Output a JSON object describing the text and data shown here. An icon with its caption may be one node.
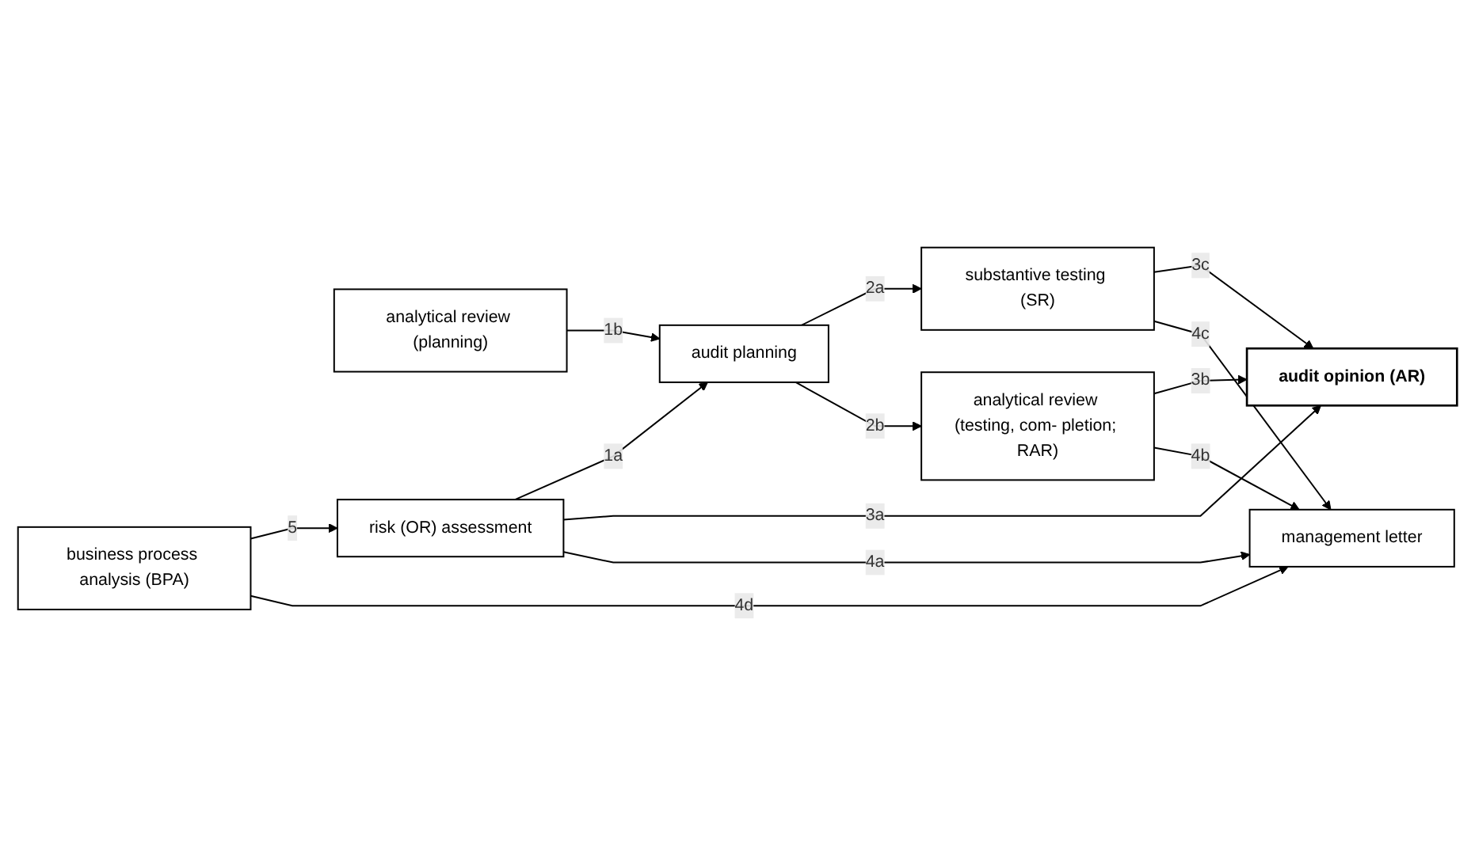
{
  "diagram": {
    "nodes": [
      {
        "text": [
          "analytical review (planning)"
        ]
      },
      {
        "text": [
          "audit planning"
        ]
      },
      {
        "text": [
          "substantive testing (SR)"
        ]
      },
      {
        "text": [
          "audit opinion (AR)"
        ]
      },
      {
        "text": [
          "analytical review (testing, com- pletion; RAR)"
        ]
      },
      {
        "text": [
          "risk (OR) assessment"
        ]
      },
      {
        "text": [
          "business process analysis (BPA)"
        ]
      },
      {
        "text": [
          "management letter"
        ]
      }
    ],
    "edges": [
      {
        "from": 0,
        "to": 1,
        "arrow": "to",
        "label": "1b"
      },
      {
        "from": 5,
        "to": 1,
        "arrow": "to",
        "label": "1a"
      },
      {
        "from": 1,
        "to": 2,
        "arrow": "to",
        "label": "2a"
      },
      {
        "from": 1,
        "to": 4,
        "arrow": "to",
        "label": "2b"
      },
      {
        "from": 2,
        "to": 3,
        "arrow": "to",
        "label": "3c"
      },
      {
        "from": 4,
        "to": 3,
        "arrow": "to",
        "label": "3b"
      },
      {
        "from": 5,
        "to": 3,
        "arrow": "to",
        "label": "3a"
      },
      {
        "from": 6,
        "to": 5,
        "arrow": "to",
        "label": "5"
      },
      {
        "from": 4,
        "to": 7,
        "arrow": "to",
        "label": "4b"
      },
      {
        "from": 2,
        "to": 7,
        "arrow": "to",
        "label": "4c"
      },
      {
        "from": 5,
        "to": 7,
        "arrow": "to",
        "label": "4a"
      },
      {
        "from": 6,
        "to": 7,
        "arrow": "to",
        "label": "4d"
      }
    ]
  }
}
